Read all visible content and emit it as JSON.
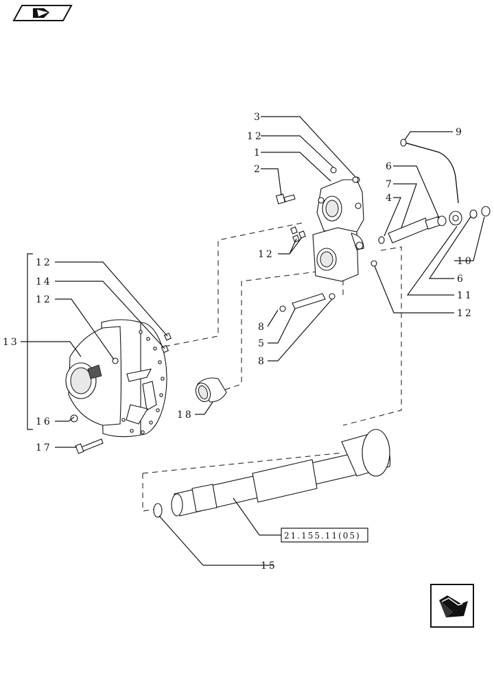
{
  "labels": {
    "p3": "3",
    "p12a": "12",
    "p1": "1",
    "p2": "2",
    "p9": "9",
    "p6a": "6",
    "p7": "7",
    "p4": "4",
    "p12b": "12",
    "p10": "10",
    "p6b": "6",
    "p11": "11",
    "p12c": "12",
    "p8a": "8",
    "p5": "5",
    "p8b": "8",
    "p12d": "12",
    "p14": "14",
    "p12e": "12",
    "p13": "13",
    "p16": "16",
    "p17": "17",
    "p18": "18",
    "p15": "15",
    "ref": "21.155.11(05)"
  },
  "icons": {
    "top_left": "book-icon",
    "bottom_right": "next-arrow-icon"
  }
}
